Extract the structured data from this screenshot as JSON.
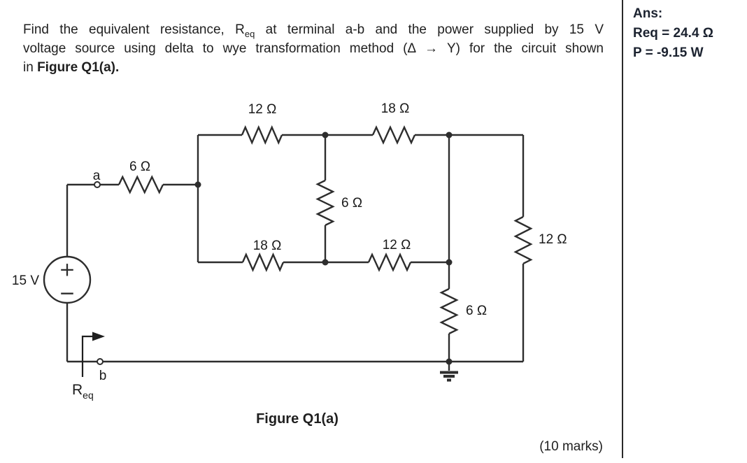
{
  "theme": {
    "answer_text_color": "#1c2330",
    "wire_color": "#2d2d2d"
  },
  "problem": {
    "line1_before_sub": "Find the equivalent resistance, R",
    "line1_sub": "eq",
    "line1_after_sub": " at terminal a-b and the power supplied by 15 V",
    "line2": "voltage source using delta to wye transformation method (Δ → Y) for the circuit shown",
    "line3_prefix": "in ",
    "line3_figure_ref": "Figure Q1(a)."
  },
  "answer_panel": {
    "heading": "Ans:",
    "req_line": "Req = 24.4 Ω",
    "power_line": "P = -9.15 W"
  },
  "figure": {
    "caption": "Figure Q1(a)",
    "marks": "(10 marks)"
  },
  "circuit": {
    "source_label": "15 V",
    "source_plus": "+",
    "source_minus": "−",
    "terminal_a": "a",
    "terminal_b": "b",
    "req_symbol": "R",
    "req_subscript": "eq",
    "resistors": {
      "top_left": "12 Ω",
      "top_right": "18 Ω",
      "input_series": "6 Ω",
      "middle_vertical": "6 Ω",
      "bottom_left": "18 Ω",
      "bottom_right": "12 Ω",
      "right_branch": "12 Ω",
      "lower_vertical": "6 Ω"
    }
  }
}
